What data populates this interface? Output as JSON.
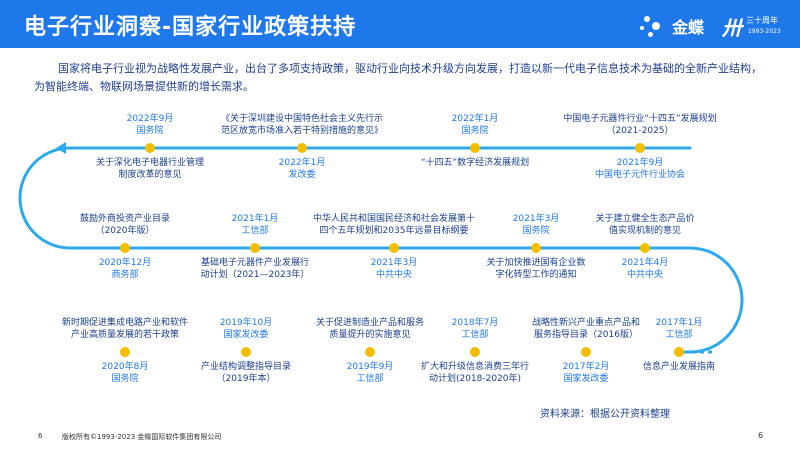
{
  "header": {
    "title": "电子行业洞察-国家行业政策扶持",
    "brand_name": "金蝶",
    "anniversary": "三十周年",
    "anniversary_years": "1993-2023"
  },
  "intro": "国家将电子行业视为战略性发展产业，出台了多项支持政策，驱动行业向技术升级方向发展，打造以新一代电子信息技术为基础的全新产业结构，为智能终端、物联网场景提供新的增长需求。",
  "timeline": {
    "row1": [
      {
        "meta_top": "2022年9月",
        "meta_top2": "国务院",
        "policy_bottom": "关于深化电子电器行业管理",
        "policy_bottom2": "制度改革的意见"
      },
      {
        "policy_top": "《关于深圳建设中国特色社会主义先行示",
        "policy_top2": "范区放宽市场准入若干特别措施的意见》",
        "meta_bottom": "2022年1月",
        "meta_bottom2": "发改委"
      },
      {
        "meta_top": "2022年1月",
        "meta_top2": "国务院",
        "policy_bottom": "“十四五”数字经济发展规划"
      },
      {
        "policy_top": "中国电子元器件行业“十四五”发展规划",
        "policy_top2": "（2021-2025）",
        "meta_bottom": "2021年9月",
        "meta_bottom2": "中国电子元件行业协会"
      }
    ],
    "row2": [
      {
        "policy_top": "鼓励外商投资产业目录",
        "policy_top2": "（2020年版）",
        "meta_bottom": "2020年12月",
        "meta_bottom2": "商务部"
      },
      {
        "meta_top": "2021年1月",
        "meta_top2": "工信部",
        "policy_bottom": "基础电子元器件产业发展行",
        "policy_bottom2": "动计划（2021—2023年）"
      },
      {
        "policy_top": "中华人民共和国国民经济和社会发展第十",
        "policy_top2": "四个五年规划和2035年远景目标纲要",
        "meta_bottom": "2021年3月",
        "meta_bottom2": "中共中央"
      },
      {
        "meta_top": "2021年3月",
        "meta_top2": "国务院",
        "policy_bottom": "关于加快推进国有企业数",
        "policy_bottom2": "字化转型工作的通知"
      },
      {
        "policy_top": "关于建立健全生态产品价",
        "policy_top2": "值实现机制的意见",
        "meta_bottom": "2021年4月",
        "meta_bottom2": "中共中央"
      }
    ],
    "row3": [
      {
        "policy_top": "新时期促进集成电路产业和软件",
        "policy_top2": "产业高质量发展的若干政策",
        "meta_bottom": "2020年8月",
        "meta_bottom2": "国务院"
      },
      {
        "meta_top": "2019年10月",
        "meta_top2": "国家发改委",
        "policy_bottom": "产业结构调整指导目录",
        "policy_bottom2": "（2019年本）"
      },
      {
        "policy_top": "关于促进制造业产品和服务",
        "policy_top2": "质量提升的实施意见",
        "meta_bottom": "2019年9月",
        "meta_bottom2": "工信部"
      },
      {
        "meta_top": "2018年7月",
        "meta_top2": "工信部",
        "policy_bottom": "扩大和升级信息消费三年行",
        "policy_bottom2": "动计划(2018-2020年)"
      },
      {
        "policy_top": "战略性新兴产业重点产品和",
        "policy_top2": "服务指导目录（2016版）",
        "meta_bottom": "2017年2月",
        "meta_bottom2": "国家发改委"
      },
      {
        "meta_top": "2017年1月",
        "meta_top2": "工信部",
        "policy_bottom": "信息产业发展指南"
      }
    ]
  },
  "source": "资料来源：根据公开资料整理",
  "footer": {
    "left_page": "6",
    "copyright": "版权所有©1993-2023 金蝶国际软件集团有限公司",
    "right_page": "6"
  },
  "colors": {
    "header_bg": "#1f78ea",
    "line": "#2ea9ee",
    "dot": "#f5bd00",
    "meta_text": "#1f78ea",
    "policy_text": "#1b3f8f"
  }
}
